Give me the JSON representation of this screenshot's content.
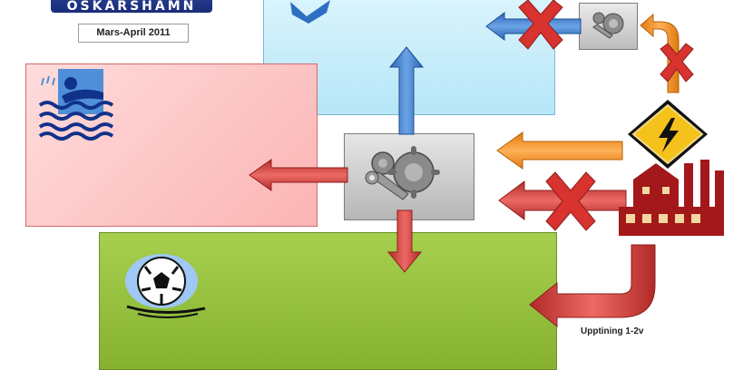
{
  "header": {
    "logo_text": "OSKARSHAMN",
    "date_label": "Mars-April 2011"
  },
  "caption": {
    "text": "Upptining 1-2v"
  },
  "icons": {
    "swimmer": "swimmer-icon",
    "football": "football-icon",
    "gears_main": "gears-wrench-icon",
    "gears_small": "gears-wrench-icon",
    "warning": "high-voltage-warning-icon",
    "factory": "factory-icon",
    "blocked": "red-x-icon"
  },
  "colors": {
    "blue_box": "#c6ecfb",
    "red_box": "#fdc8c8",
    "green_box": "#96c03c",
    "arrow_blue": "#3d7ac4",
    "arrow_red": "#c93a38",
    "arrow_orange": "#f08a1e"
  }
}
